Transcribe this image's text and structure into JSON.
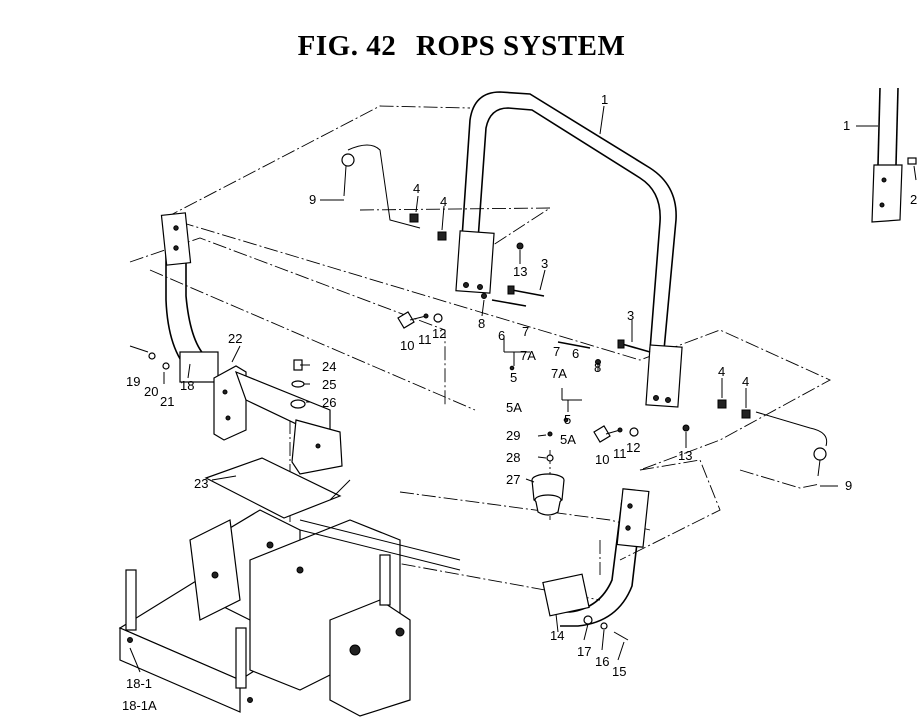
{
  "title": {
    "fig": "FIG. 42",
    "name": "ROPS SYSTEM"
  },
  "callouts": [
    {
      "id": "c1a",
      "text": "1"
    },
    {
      "id": "c1b",
      "text": "1"
    },
    {
      "id": "c2",
      "text": "2"
    },
    {
      "id": "c3a",
      "text": "3"
    },
    {
      "id": "c3b",
      "text": "3"
    },
    {
      "id": "c4a",
      "text": "4"
    },
    {
      "id": "c4b",
      "text": "4"
    },
    {
      "id": "c4c",
      "text": "4"
    },
    {
      "id": "c4d",
      "text": "4"
    },
    {
      "id": "c5a",
      "text": "5"
    },
    {
      "id": "c5aA",
      "text": "5A"
    },
    {
      "id": "c5b",
      "text": "5"
    },
    {
      "id": "c5bA",
      "text": "5A"
    },
    {
      "id": "c6a",
      "text": "6"
    },
    {
      "id": "c6b",
      "text": "6"
    },
    {
      "id": "c7a",
      "text": "7"
    },
    {
      "id": "c7aA",
      "text": "7A"
    },
    {
      "id": "c7b",
      "text": "7"
    },
    {
      "id": "c7bA",
      "text": "7A"
    },
    {
      "id": "c8a",
      "text": "8"
    },
    {
      "id": "c8b",
      "text": "8"
    },
    {
      "id": "c9a",
      "text": "9"
    },
    {
      "id": "c9b",
      "text": "9"
    },
    {
      "id": "c10a",
      "text": "10"
    },
    {
      "id": "c10b",
      "text": "10"
    },
    {
      "id": "c11a",
      "text": "11"
    },
    {
      "id": "c11b",
      "text": "11"
    },
    {
      "id": "c12a",
      "text": "12"
    },
    {
      "id": "c12b",
      "text": "12"
    },
    {
      "id": "c13a",
      "text": "13"
    },
    {
      "id": "c13b",
      "text": "13"
    },
    {
      "id": "c14",
      "text": "14"
    },
    {
      "id": "c15",
      "text": "15"
    },
    {
      "id": "c16",
      "text": "16"
    },
    {
      "id": "c17",
      "text": "17"
    },
    {
      "id": "c18",
      "text": "18"
    },
    {
      "id": "c18-1",
      "text": "18-1"
    },
    {
      "id": "c18-1A",
      "text": "18-1A"
    },
    {
      "id": "c19",
      "text": "19"
    },
    {
      "id": "c20",
      "text": "20"
    },
    {
      "id": "c21",
      "text": "21"
    },
    {
      "id": "c22",
      "text": "22"
    },
    {
      "id": "c23",
      "text": "23"
    },
    {
      "id": "c24",
      "text": "24"
    },
    {
      "id": "c25",
      "text": "25"
    },
    {
      "id": "c26",
      "text": "26"
    },
    {
      "id": "c27",
      "text": "27"
    },
    {
      "id": "c28",
      "text": "28"
    },
    {
      "id": "c29",
      "text": "29"
    }
  ]
}
